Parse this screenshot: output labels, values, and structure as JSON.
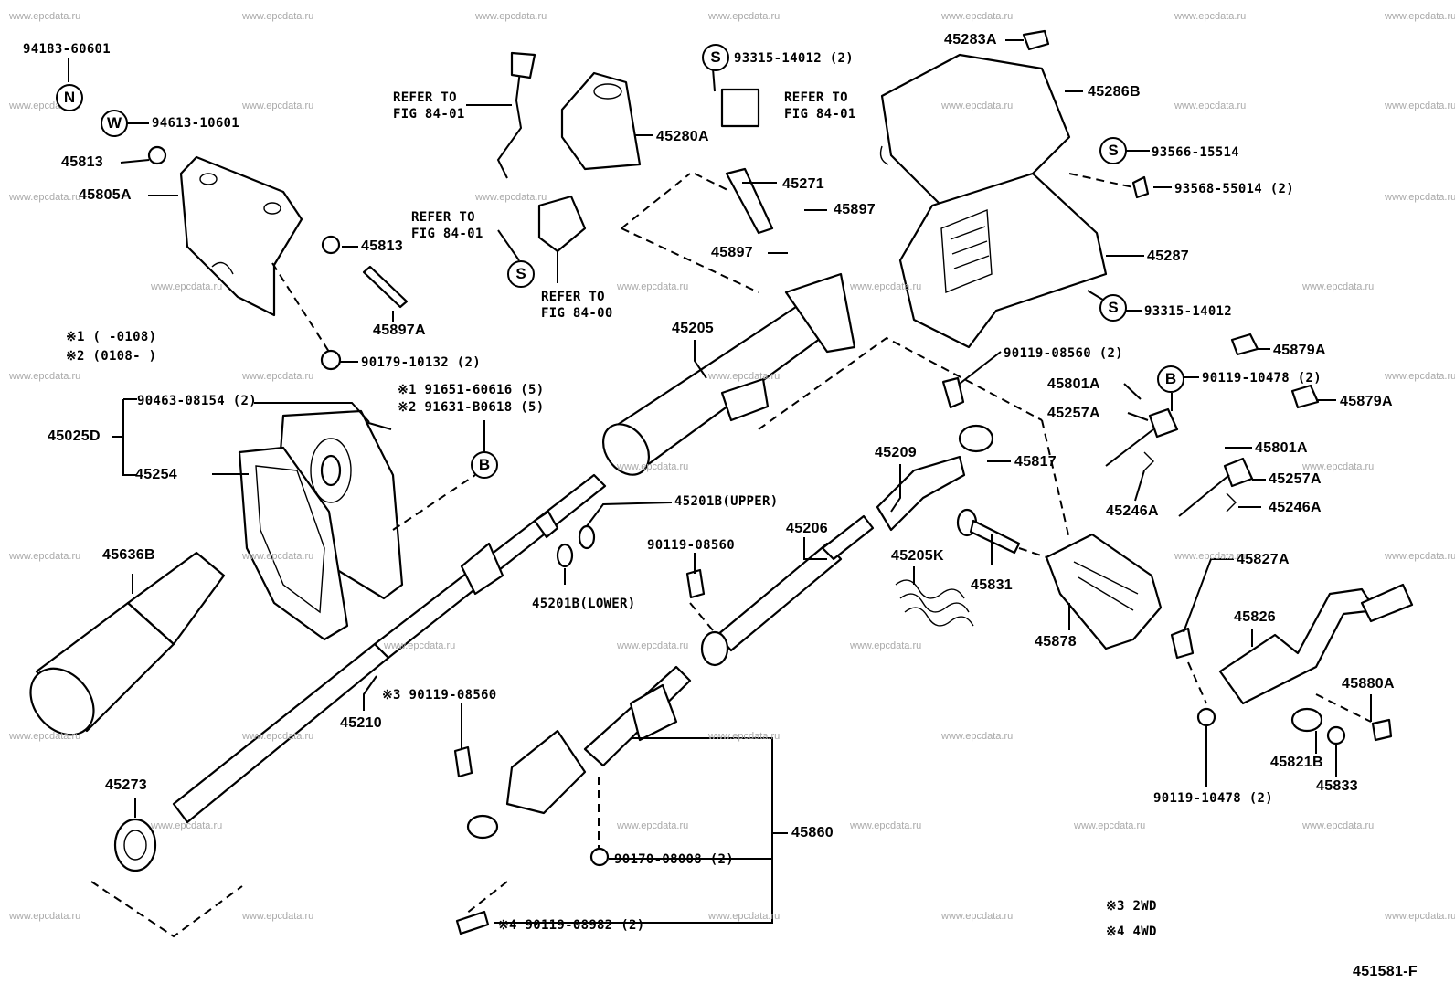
{
  "diagram": {
    "figure_code": "451581-F",
    "watermark": "www.epcdata.ru",
    "labels": {
      "p94183": "94183-60601",
      "p94613": "94613-10601",
      "p45813a": "45813",
      "p45805a": "45805A",
      "p45813b": "45813",
      "p45897a_bolt": "45897A",
      "p90179": "90179-10132 (2)",
      "note1": "※1 (        -0108)",
      "note2": "※2 (0108-        )",
      "p90463": "90463-08154 (2)",
      "p91651": "※1 91651-60616 (5)",
      "p91631": "※2 91631-B0618 (5)",
      "p45025d": "45025D",
      "p45254": "45254",
      "p45636b": "45636B",
      "p45273": "45273",
      "p45210": "45210",
      "p90119_3": "※3 90119-08560",
      "p45201b_up": "45201B(UPPER)",
      "p45201b_low": "45201B(LOWER)",
      "p45205": "45205",
      "p45897_1": "45897",
      "p45897_2": "45897",
      "p45271": "45271",
      "p45280a": "45280A",
      "ref1a": "REFER TO",
      "ref1b": "FIG 84-01",
      "ref2a": "REFER TO",
      "ref2b": "FIG 84-01",
      "ref3a": "REFER TO",
      "ref3b": "FIG 84-00",
      "ref4a": "REFER TO",
      "ref4b": "FIG 84-01",
      "p93315_2": "93315-14012 (2)",
      "p45283a": "45283A",
      "p45286b": "45286B",
      "p93566": "93566-15514",
      "p93568": "93568-55014 (2)",
      "p45287": "45287",
      "p93315": "93315-14012",
      "p90119_2": "90119-08560 (2)",
      "p45879a_1": "45879A",
      "p45879a_2": "45879A",
      "p45801a_1": "45801A",
      "p45801a_2": "45801A",
      "p90119_10478": "90119-10478 (2)",
      "p45257a_1": "45257A",
      "p45257a_2": "45257A",
      "p45246a_1": "45246A",
      "p45246a_2": "45246A",
      "p45209": "45209",
      "p45817": "45817",
      "p45206": "45206",
      "p90119_08560": "90119-08560",
      "p45205k": "45205K",
      "p45831": "45831",
      "p45878": "45878",
      "p45827a": "45827A",
      "p45826": "45826",
      "p45880a": "45880A",
      "p45821b": "45821B",
      "p45833": "45833",
      "p90119_10478b": "90119-10478 (2)",
      "p45860": "45860",
      "p90170": "90170-08008 (2)",
      "p90119_08982": "※4  90119-08982 (2)",
      "note3": "※3  2WD",
      "note4": "※4  4WD"
    },
    "symbols": {
      "n": "N",
      "w": "W",
      "s1": "S",
      "s2": "S",
      "s3": "S",
      "s4": "S",
      "b1": "B",
      "b2": "B"
    }
  }
}
